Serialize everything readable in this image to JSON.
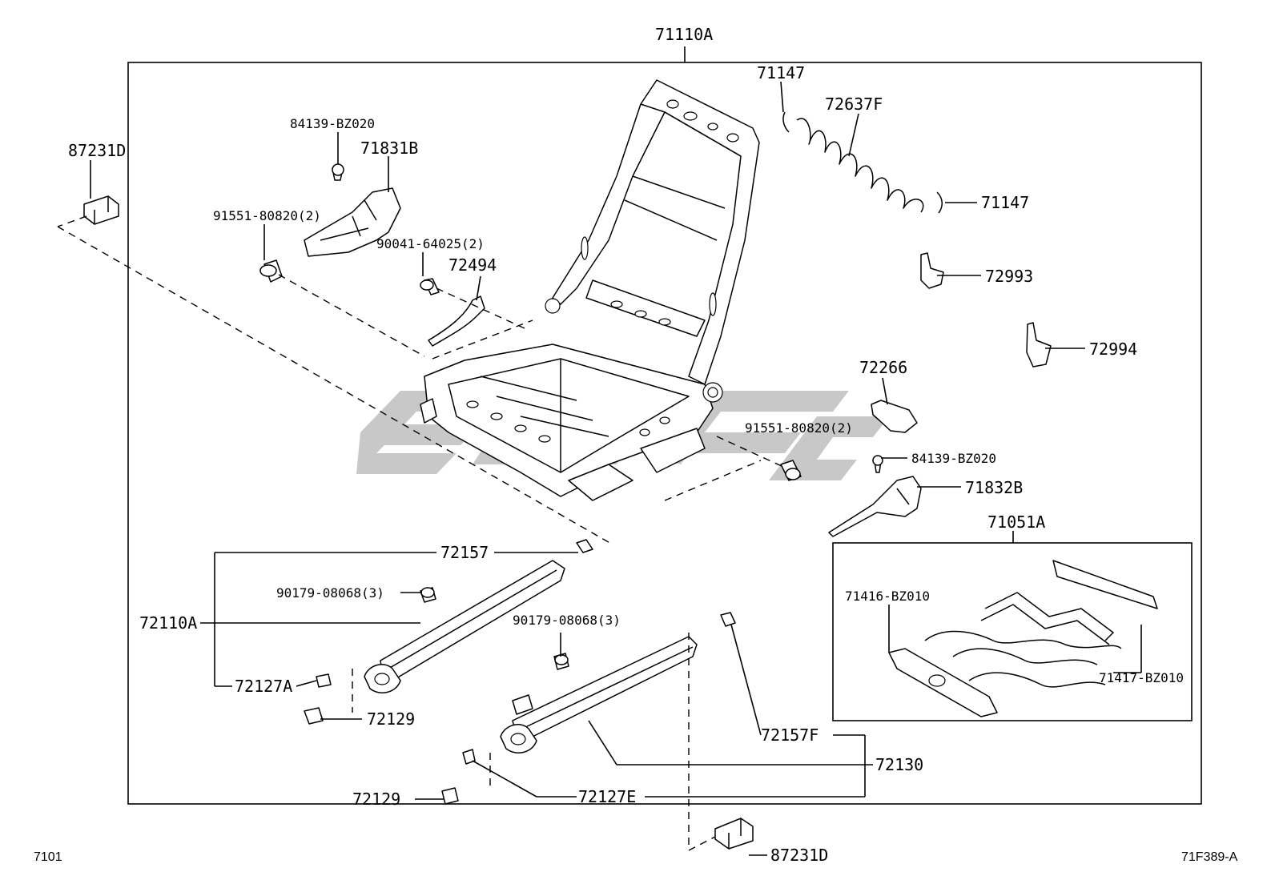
{
  "diagram": {
    "labels": {
      "frame_assembly": "71110A",
      "wire_left_top": "71147",
      "spring": "72637F",
      "wire_right": "71147",
      "stopper_bolt_left": "84139-BZ020",
      "cover_left": "71831B",
      "clip_left_top": "87231D",
      "bolt_left": "91551-80820(2)",
      "screw_left": "90041-64025(2)",
      "lever": "72494",
      "bracket_a": "72993",
      "bracket_b": "72994",
      "cover_small": "72266",
      "bolt_right": "91551-80820(2)",
      "stopper_bolt_right": "84139-BZ020",
      "cover_right": "71832B",
      "spring_assy": "71051A",
      "wire_harness_a": "71416-BZ010",
      "wire_harness_b": "71417-BZ010",
      "cover_rail_top": "72157",
      "nut_left": "90179-08068(3)",
      "adjuster_assy": "72110A",
      "nut_right": "90179-08068(3)",
      "cover_rail_a": "72127A",
      "cap_left": "72129",
      "cover_rail_f": "72157F",
      "adjuster_right": "72130",
      "cap_bottom": "72129",
      "cover_rail_e": "72127E",
      "clip_bottom": "87231D"
    },
    "page_code": "7101",
    "figure_code": "71F389-A"
  }
}
